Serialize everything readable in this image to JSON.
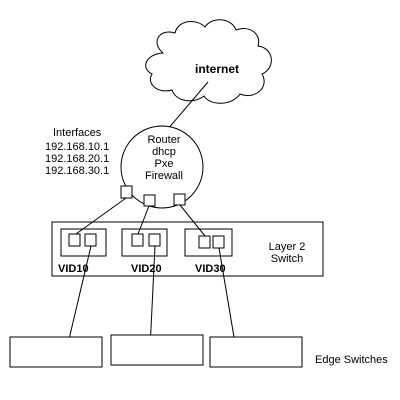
{
  "internet": {
    "label": "internet"
  },
  "router": {
    "lines": [
      "Router",
      "dhcp",
      "Pxe",
      "Firewall"
    ]
  },
  "interfaces": {
    "title": "Interfaces",
    "addresses": [
      "192.168.10.1",
      "192.168.20.1",
      "192.168.30.1"
    ]
  },
  "switch": {
    "label_lines": [
      "Layer 2",
      "Switch"
    ],
    "vlans": [
      {
        "label": "VID10"
      },
      {
        "label": "VID20"
      },
      {
        "label": "VID30"
      }
    ]
  },
  "edge": {
    "label": "Edge Switches"
  }
}
